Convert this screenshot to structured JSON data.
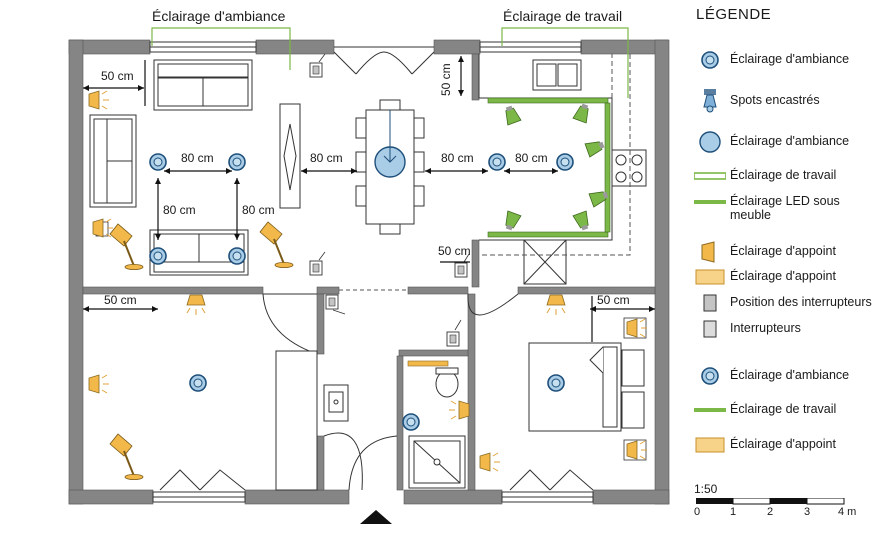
{
  "colors": {
    "wall": "#858585",
    "ambient_fill": "#a9cde6",
    "ambient_stroke": "#1e4f7a",
    "work_green": "#7cb848",
    "accent_orange": "#f2b84a",
    "spot_fill": "#7fb0d8",
    "switch_fill": "#c4c4c4"
  },
  "plan": {
    "title_ambiance": "Éclairage d'ambiance",
    "title_travail": "Éclairage de travail",
    "dims": {
      "d50_living": "50 cm",
      "d80_living_h": "80 cm",
      "d80_living_v1": "80 cm",
      "d80_living_v2": "80 cm",
      "d80_table": "80 cm",
      "d80_dining": "80 cm",
      "d80_kitchen": "80 cm",
      "d50_kitchen_top": "50 cm",
      "d50_kitchen_side": "50 cm",
      "d50_bedroom_left": "50 cm",
      "d50_bedroom_right": "50 cm"
    }
  },
  "legend": {
    "title": "LÉGENDE",
    "items": [
      {
        "icon": "ambient-light-icon",
        "label": "Éclairage d'ambiance"
      },
      {
        "icon": "recessed-spot-icon",
        "label": "Spots encastrés"
      },
      {
        "icon": "ambient-ceiling-light-icon",
        "label": "Éclairage d'ambiance"
      },
      {
        "icon": "work-light-strip-icon",
        "label": "Éclairage de travail"
      },
      {
        "icon": "led-under-cabinet-icon",
        "label": "Éclairage LED sous meuble"
      },
      {
        "icon": "accent-wall-light-icon",
        "label": "Éclairage d'appoint"
      },
      {
        "icon": "accent-strip-icon",
        "label": "Éclairage d'appoint"
      },
      {
        "icon": "switch-position-icon",
        "label": "Position des interrupteurs"
      },
      {
        "icon": "switch-icon",
        "label": "Interrupteurs"
      },
      {
        "icon": "ambient-light-icon",
        "label": "Éclairage d'ambiance"
      },
      {
        "icon": "work-light-line-icon",
        "label": "Éclairage de travail"
      },
      {
        "icon": "accent-box-icon",
        "label": "Éclairage d'appoint"
      }
    ]
  },
  "scale": {
    "ratio": "1:50",
    "ticks": [
      "0",
      "1",
      "2",
      "3",
      "4 m"
    ]
  }
}
